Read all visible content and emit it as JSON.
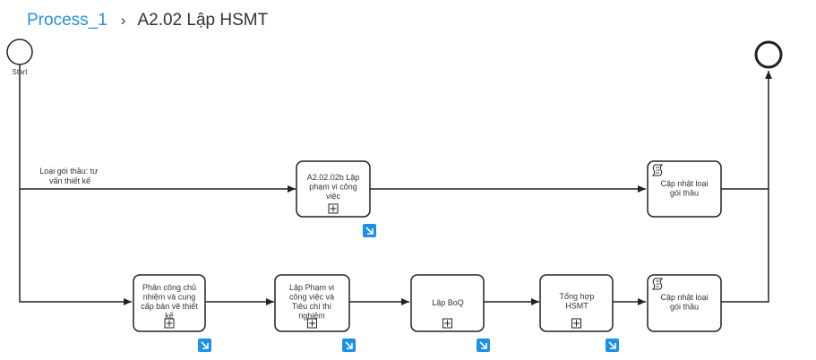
{
  "breadcrumb": {
    "parent": "Process_1",
    "separator": "›",
    "current": "A2.02 Lập HSMT"
  },
  "diagram": {
    "start_label": "Start",
    "flow_label": [
      "Loại gói thầu: tư",
      "vấn thiết kế"
    ],
    "tasks": [
      {
        "id": "t_a2",
        "lines": [
          "A2.02.02b Lập",
          "phạm vi công",
          "việc"
        ],
        "type": "subprocess",
        "drilldown": true
      },
      {
        "id": "t_capnhat1",
        "lines": [
          "Cập nhật loại",
          "gói thầu"
        ],
        "type": "script",
        "drilldown": false
      },
      {
        "id": "t_phancong",
        "lines": [
          "Phân công chủ",
          "nhiệm và cung",
          "cấp bản vẽ thiết",
          "kế"
        ],
        "type": "subprocess",
        "drilldown": true
      },
      {
        "id": "t_lapphamvi",
        "lines": [
          "Lập Phạm vi",
          "công việc và",
          "Tiêu chí thí",
          "nghiệm"
        ],
        "type": "subprocess",
        "drilldown": true
      },
      {
        "id": "t_boq",
        "lines": [
          "Lập BoQ"
        ],
        "type": "subprocess",
        "drilldown": true
      },
      {
        "id": "t_tonghop",
        "lines": [
          "Tổng hợp",
          "HSMT"
        ],
        "type": "subprocess",
        "drilldown": true
      },
      {
        "id": "t_capnhat2",
        "lines": [
          "Cập nhật loại",
          "gói thầu"
        ],
        "type": "script",
        "drilldown": false
      }
    ]
  },
  "colors": {
    "link": "#2a8fd8",
    "stroke": "#222222",
    "drilldown": "#1e90e8",
    "text": "#333333"
  }
}
